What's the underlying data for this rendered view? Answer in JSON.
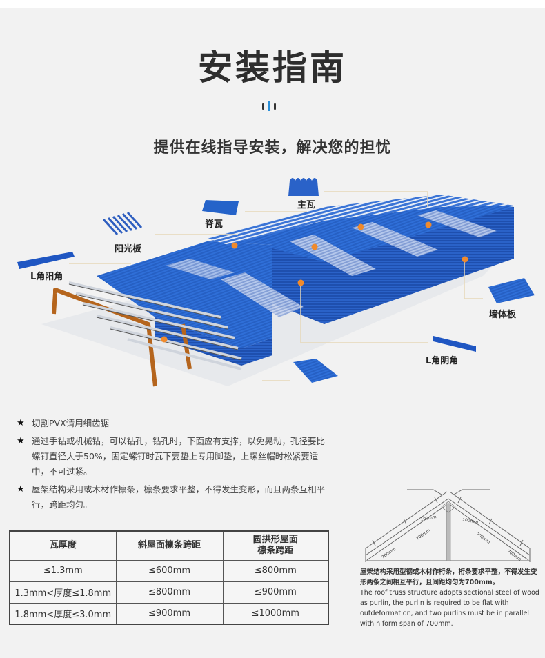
{
  "header": {
    "title": "安装指南",
    "subtitle": "提供在线指导安装，解决您的担忧",
    "divider_colors": {
      "side": "#333333",
      "middle": "#2a8fd8"
    }
  },
  "diagram": {
    "description": "Exploded 3D view of PVC roof and wall panel system on steel frame",
    "accessories": [
      {
        "id": "main-tile",
        "label": "主瓦"
      },
      {
        "id": "ridge-tile",
        "label": "脊瓦"
      },
      {
        "id": "skylight-panel",
        "label": "阳光板"
      },
      {
        "id": "outer-corner",
        "label": "L角阳角"
      },
      {
        "id": "wall-panel",
        "label": "墙体板"
      },
      {
        "id": "inner-corner",
        "label": "L角阴角"
      }
    ],
    "colors": {
      "panel_blue": "#2e6fd6",
      "panel_dark": "#1d4fae",
      "skylight": "#b9c8e6",
      "frame": "#b5651d",
      "marker": "#f08a2c",
      "leader": "#e6d8b8"
    }
  },
  "notes": {
    "bullet_icon": "star-icon",
    "items": [
      "切割PVX请用细齿锯",
      "通过手钻或机械钻，可以钻孔，钻孔时，下面应有支撑，以免晃动，孔径要比螺钉直径大于50%，固定螺钉时瓦下要垫上专用脚垫，上螺丝帽时松紧要适中，不可过紧。",
      "屋架结构采用或木材作檩条，檩条要求平整，不得发生变形，而且两条互相平行，跨距均匀。"
    ]
  },
  "spec_table": {
    "headers": [
      "瓦厚度",
      "斜屋面檩条跨距",
      "圆拱形屋面\n檩条跨距"
    ],
    "header_lines": [
      [
        "瓦厚度"
      ],
      [
        "斜屋面檩条跨距"
      ],
      [
        "圆拱形屋面",
        "檩条跨距"
      ]
    ],
    "rows": [
      [
        "≤1.3mm",
        "≤600mm",
        "≤800mm"
      ],
      [
        "1.3mm<厚度≤1.8mm",
        "≤800mm",
        "≤900mm"
      ],
      [
        "1.8mm<厚度≤3.0mm",
        "≤900mm",
        "≤1000mm"
      ]
    ]
  },
  "truss": {
    "labels": {
      "purlin_gap_left": "100mm",
      "purlin_gap_right": "100mm",
      "span_left": "700mm",
      "span_right": "700mm",
      "span_bottom_left": "700mm",
      "span_bottom_right": "700mm"
    },
    "caption_cn": "屋架结构采用型钢或木材作桁条，桁条要求平整，不得发生变形两条之间相互平行，且间距均匀为700mm。",
    "caption_en": "The roof truss structure adopts sectional steel of wood as purlin, the purlin is required to be flat with outdeformation, and two purlins must be in parallel with niform span of 700mm."
  }
}
